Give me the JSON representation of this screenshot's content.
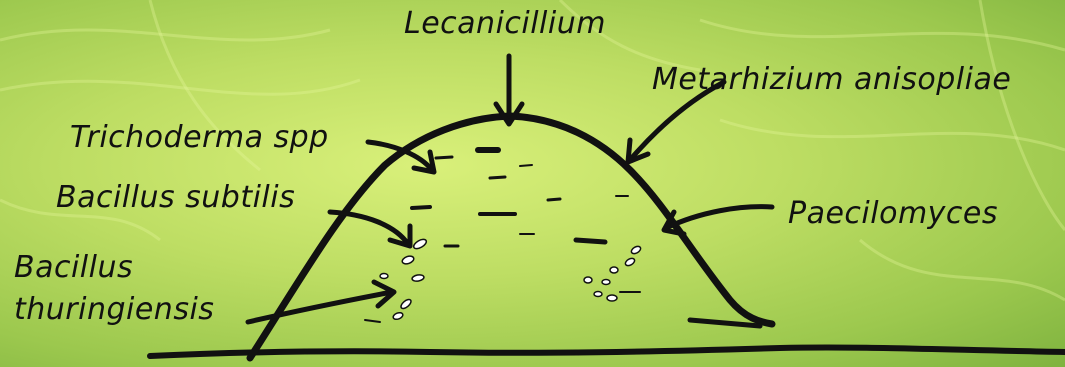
{
  "diagram": {
    "labels": {
      "lecanicillium": "Lecanicillium",
      "metarhizium": "Metarhizium anisopliae",
      "trichoderma": "Trichoderma spp",
      "bacillus_subtilis": "Bacillus subtilis",
      "bacillus_thuringiensis_line1": "Bacillus",
      "bacillus_thuringiensis_line2": "thuringiensis",
      "paecilomyces": "Paecilomyces"
    },
    "colors": {
      "background": "#bddd63",
      "ink": "#111111"
    }
  }
}
